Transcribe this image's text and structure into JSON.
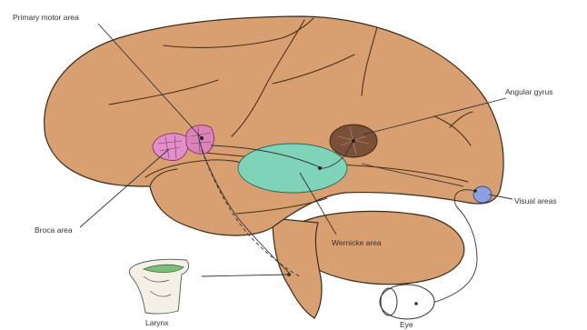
{
  "labels": {
    "primary_motor": "Primary motor area",
    "angular": "Angular gyrus",
    "broca": "Broca area",
    "visual": "Visual areas",
    "wernicke": "Wernicke area",
    "larynx": "Larynx",
    "eye": "Eye"
  },
  "colors": {
    "brain": "#d8a070",
    "motor_area": "#d884b8",
    "broca_area": "#e090c8",
    "wernicke_area": "#7fd3b8",
    "angular_gyrus": "#7a5038",
    "visual_area": "#8aa0e0",
    "larynx_cartilage": "#7cc07c"
  }
}
